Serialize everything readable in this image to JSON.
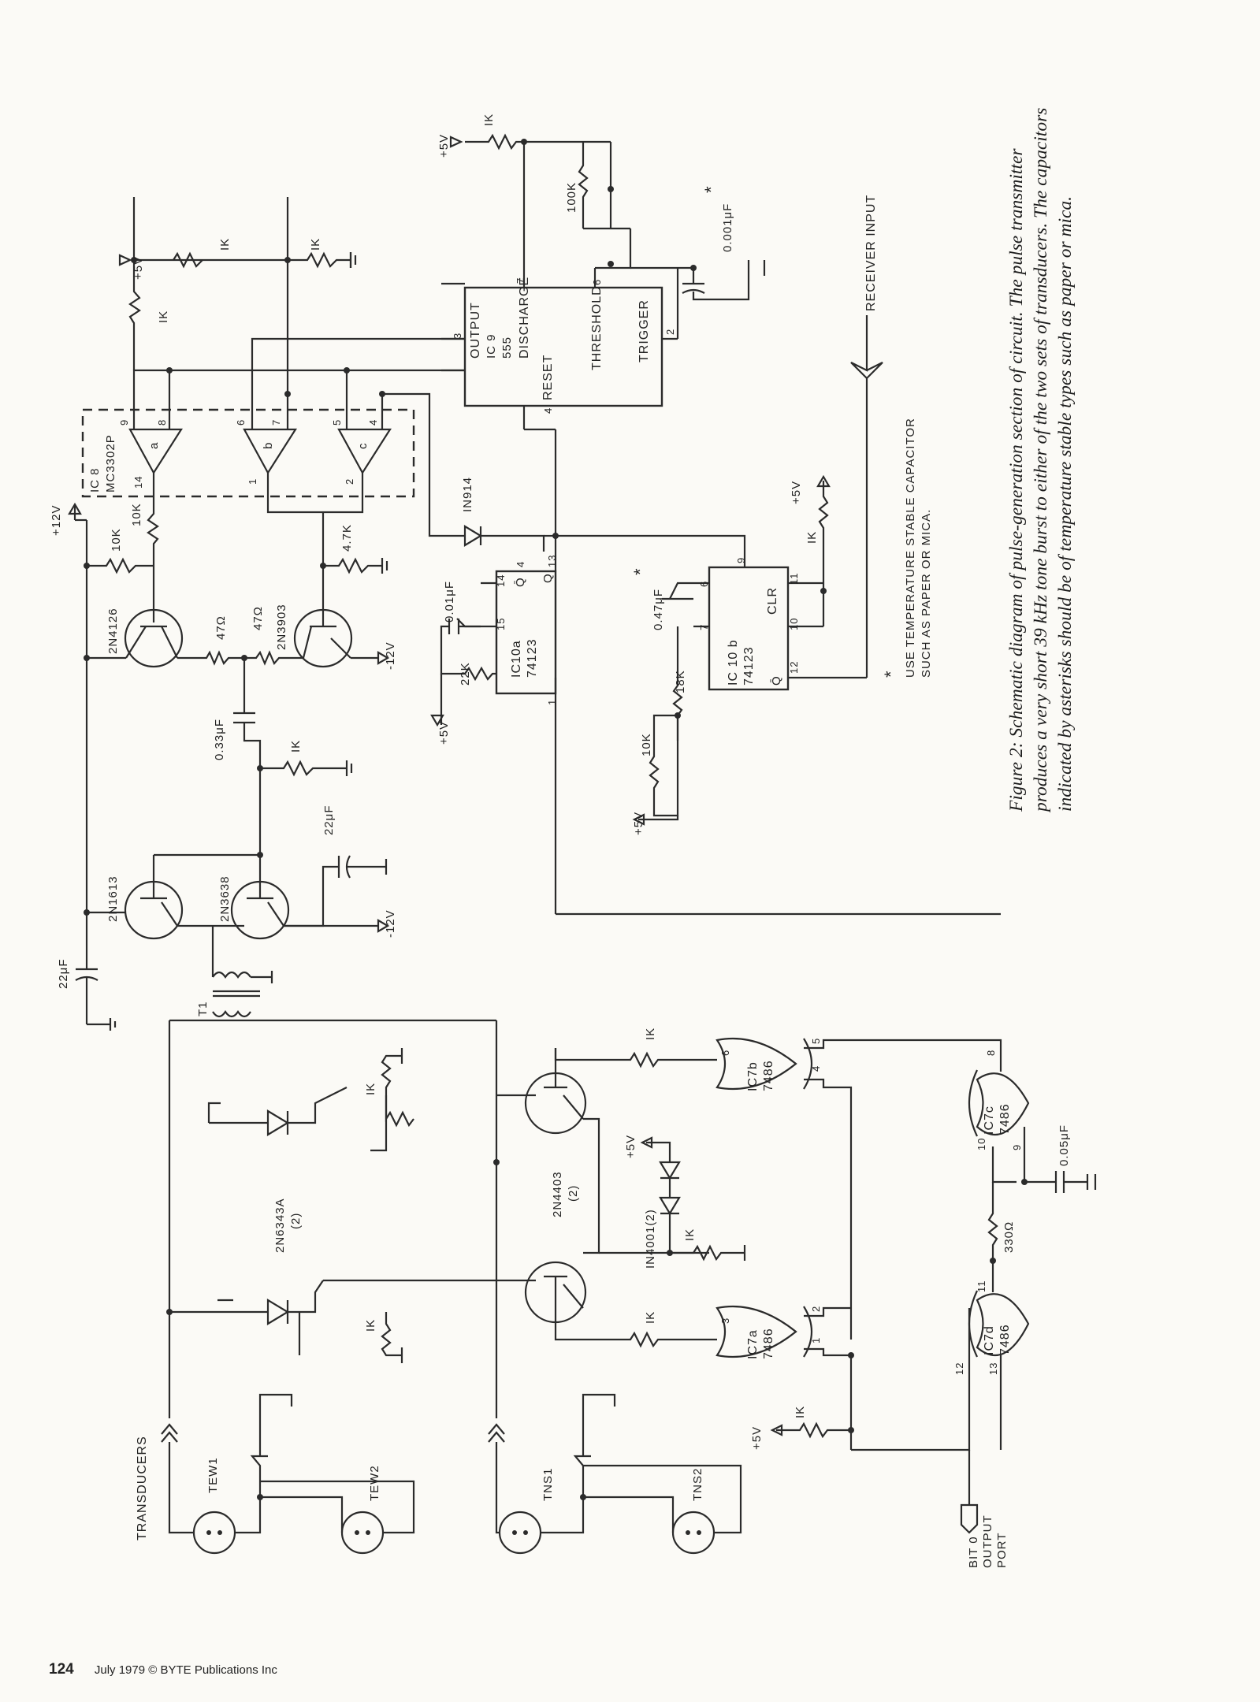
{
  "caption": "Figure 2: Schematic diagram of pulse-generation section of circuit. The pulse transmitter produces a very short 39 kHz tone burst to either of the two sets of transducers. The capacitors indicated by asterisks should be of temperature stable types such as paper or mica.",
  "footer": {
    "page_number": "124",
    "credit": "July 1979 © BYTE Publications Inc"
  },
  "note": {
    "star": "*",
    "line1": "USE TEMPERATURE STABLE CAPACITOR",
    "line2": "SUCH AS PAPER OR MICA."
  },
  "labels": {
    "transducers": "TRANSDUCERS",
    "tew1": "TEW1",
    "tew2": "TEW2",
    "tns1": "TNS1",
    "tns2": "TNS2",
    "bit0_1": "BIT 0",
    "bit0_2": "OUTPUT",
    "bit0_3": "PORT",
    "receiver_input": "RECEIVER INPUT",
    "t1": "T1",
    "plus12v": "+12V",
    "minus12v_a": "-12V",
    "minus12v_b": "-12V",
    "plus5v": "+5V"
  },
  "components": {
    "q_2n1613": "2N1613",
    "q_2n3638": "2N3638",
    "q_2n4126": "2N4126",
    "q_2n3903": "2N3903",
    "q_2n4403": "2N4403",
    "q_2n4403_n": "(2)",
    "scr": "2N6343A",
    "scr_n": "(2)",
    "diode_in914": "IN914",
    "diode_in4001": "IN4001(2)",
    "r_1k": "IK",
    "r_10k": "10K",
    "r_47": "47Ω",
    "r_4_7k": "4.7K",
    "r_22k": "22K",
    "r_18k": "18K",
    "r_10k_pot": "10K",
    "r_100k": "100K",
    "r_330": "330Ω",
    "c_22uf": "22μF",
    "c_033uf": "0.33μF",
    "c_001uf": "0.01μF",
    "c_047uf": "0.47μF",
    "c_0001uf": "0.001μF",
    "c_005uf": "0.05μF"
  },
  "ics": {
    "ic8_1": "IC 8",
    "ic8_2": "MC3302P",
    "ic9_1": "IC 9",
    "ic9_2": "555",
    "ic9_output": "OUTPUT",
    "ic9_discharge": "DISCHARGE",
    "ic9_reset": "RESET",
    "ic9_threshold": "THRESHOLD",
    "ic9_trigger": "TRIGGER",
    "ic10a_1": "IC10a",
    "ic10a_2": "74123",
    "ic10b_1": "IC 10 b",
    "ic10b_2": "74123",
    "ic10b_clr": "CLR",
    "q": "Q",
    "qbar": "Q̄",
    "ic7a_1": "IC7a",
    "ic7a_2": "7486",
    "ic7b_1": "IC7b",
    "ic7b_2": "7486",
    "ic7c_1": "IC7c",
    "ic7c_2": "7486",
    "ic7d_1": "IC7d",
    "ic7d_2": "7486",
    "comp_a": "a",
    "comp_b": "b",
    "comp_c": "c"
  },
  "pins": {
    "p1": "1",
    "p2": "2",
    "p3": "3",
    "p4": "4",
    "p5": "5",
    "p6": "6",
    "p7": "7",
    "p8": "8",
    "p9": "9",
    "p10": "10",
    "p11": "11",
    "p12": "12",
    "p13": "13",
    "p14": "14",
    "p15": "15"
  }
}
